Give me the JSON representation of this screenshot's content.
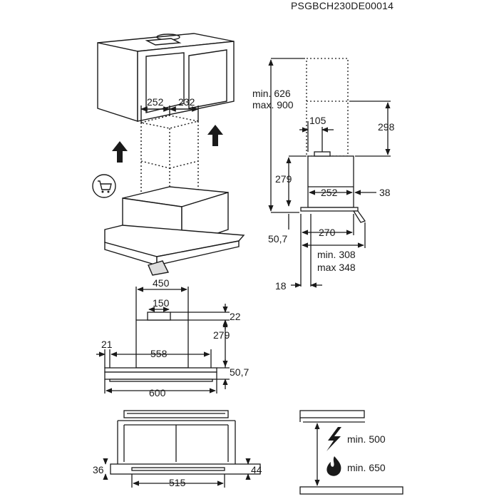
{
  "doc_code": "PSGBCH230DE00014",
  "iso_view": {
    "w1": "252",
    "w2": "232"
  },
  "side_view": {
    "min_total": "min. 626",
    "max_total": "max. 900",
    "outlet_offset": "105",
    "top_gap": "298",
    "height": "279",
    "width": "252",
    "extra": "38",
    "panel_thickness": "50,7",
    "depth": "270",
    "min_depth": "min. 308",
    "max_depth": "max 348",
    "front_offset": "18"
  },
  "front_view": {
    "width_top": "450",
    "outlet": "150",
    "outlet_h": "22",
    "height": "279",
    "side_gap": "21",
    "inner_width": "558",
    "panel_h": "50,7",
    "total_width": "600"
  },
  "bottom_view": {
    "left": "36",
    "center": "515",
    "right": "44"
  },
  "clearance": {
    "electric": "min. 500",
    "gas": "min. 650"
  }
}
